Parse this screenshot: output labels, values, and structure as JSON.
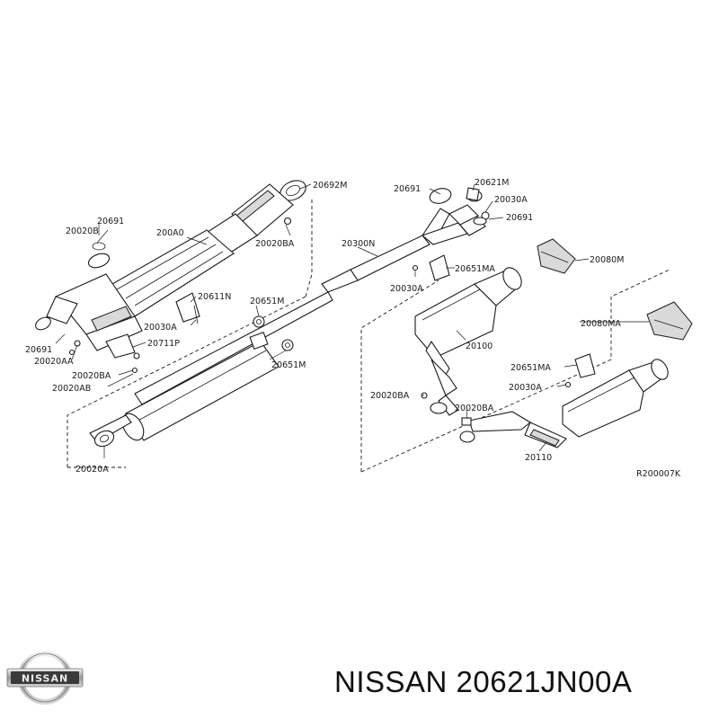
{
  "labels": {
    "l20692M": "20692M",
    "l20691a": "20691",
    "l20020B": "20020B",
    "l200A0": "200A0",
    "l20020BAa": "20020BA",
    "l20611N": "20611N",
    "l20030Aa": "20030A",
    "l20711P": "20711P",
    "l20691b": "20691",
    "l20020AA": "20020AA",
    "l20020BAb": "20020BA",
    "l20020AB": "20020AB",
    "l20651Ma": "20651M",
    "l20651Mb": "20651M",
    "l20300N": "20300N",
    "l20020A": "20020A",
    "l20691c": "20691",
    "l20621M": "20621M",
    "l20030Ab": "20030A",
    "l20691d": "20691",
    "l20651MAa": "20651MA",
    "l20030Ac": "20030A",
    "l20080M": "20080M",
    "l20080MA": "20080MA",
    "l20100": "20100",
    "l20651MAb": "20651MA",
    "l20030Ad": "20030A",
    "l20020BAc": "20020BA",
    "l20020BAd": "20020BA",
    "l20110": "20110"
  },
  "reference_code": "R200007K",
  "caption": "NISSAN 20621JN00A",
  "logo": {
    "icon": "nissan-logo-icon",
    "text": "NISSAN"
  },
  "colors": {
    "ink": "#1a1a1a",
    "background": "#ffffff"
  }
}
